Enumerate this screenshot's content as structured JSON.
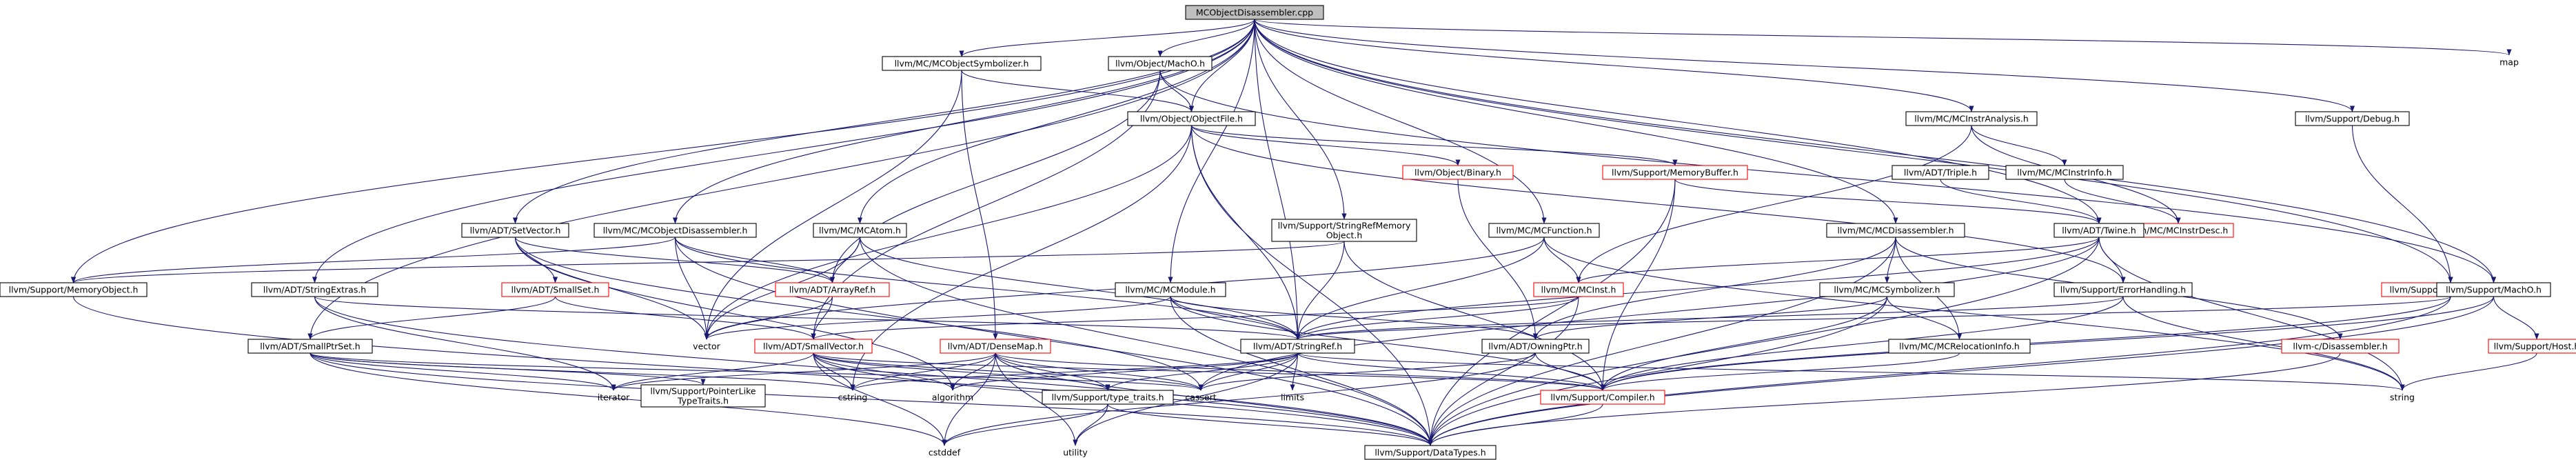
{
  "diagram": {
    "nodes": [
      {
        "id": "root",
        "label": [
          "MCObjectDisassembler.cpp"
        ],
        "style": "root"
      },
      {
        "id": "sym",
        "label": [
          "llvm/MC/MCObjectSymbolizer.h"
        ],
        "style": "black"
      },
      {
        "id": "macho_obj",
        "label": [
          "llvm/Object/MachO.h"
        ],
        "style": "black"
      },
      {
        "id": "objfile",
        "label": [
          "llvm/Object/ObjectFile.h"
        ],
        "style": "black"
      },
      {
        "id": "binary",
        "label": [
          "llvm/Object/Binary.h"
        ],
        "style": "red"
      },
      {
        "id": "membuf",
        "label": [
          "llvm/Support/MemoryBuffer.h"
        ],
        "style": "red"
      },
      {
        "id": "instranal",
        "label": [
          "llvm/MC/MCInstrAnalysis.h"
        ],
        "style": "black"
      },
      {
        "id": "triple",
        "label": [
          "llvm/ADT/Triple.h"
        ],
        "style": "black"
      },
      {
        "id": "instrinfo",
        "label": [
          "llvm/MC/MCInstrInfo.h"
        ],
        "style": "black"
      },
      {
        "id": "instrdesc",
        "label": [
          "llvm/MC/MCInstrDesc.h"
        ],
        "style": "red"
      },
      {
        "id": "debug",
        "label": [
          "llvm/Support/Debug.h"
        ],
        "style": "black"
      },
      {
        "id": "map",
        "label": [
          "map"
        ],
        "style": "plain"
      },
      {
        "id": "setvector",
        "label": [
          "llvm/ADT/SetVector.h"
        ],
        "style": "black"
      },
      {
        "id": "objdis",
        "label": [
          "llvm/MC/MCObjectDisassembler.h"
        ],
        "style": "black"
      },
      {
        "id": "atom",
        "label": [
          "llvm/MC/MCAtom.h"
        ],
        "style": "black"
      },
      {
        "id": "srmo",
        "label": [
          "llvm/Support/StringRefMemory",
          "Object.h"
        ],
        "style": "black"
      },
      {
        "id": "func",
        "label": [
          "llvm/MC/MCFunction.h"
        ],
        "style": "black"
      },
      {
        "id": "disasm",
        "label": [
          "llvm/MC/MCDisassembler.h"
        ],
        "style": "black"
      },
      {
        "id": "twine",
        "label": [
          "llvm/ADT/Twine.h"
        ],
        "style": "black"
      },
      {
        "id": "memobj",
        "label": [
          "llvm/Support/MemoryObject.h"
        ],
        "style": "black"
      },
      {
        "id": "strextras",
        "label": [
          "llvm/ADT/StringExtras.h"
        ],
        "style": "black"
      },
      {
        "id": "smallset",
        "label": [
          "llvm/ADT/SmallSet.h"
        ],
        "style": "red"
      },
      {
        "id": "arrayref",
        "label": [
          "llvm/ADT/ArrayRef.h"
        ],
        "style": "red"
      },
      {
        "id": "mcmodule",
        "label": [
          "llvm/MC/MCModule.h"
        ],
        "style": "black"
      },
      {
        "id": "mcinst",
        "label": [
          "llvm/MC/MCInst.h"
        ],
        "style": "red"
      },
      {
        "id": "mcsymbolizer",
        "label": [
          "llvm/MC/MCSymbolizer.h"
        ],
        "style": "black"
      },
      {
        "id": "errhandling",
        "label": [
          "llvm/Support/ErrorHandling.h"
        ],
        "style": "black"
      },
      {
        "id": "rawostream",
        "label": [
          "llvm/Support/raw_ostream.h"
        ],
        "style": "red"
      },
      {
        "id": "macho_sup",
        "label": [
          "llvm/Support/MachO.h"
        ],
        "style": "black"
      },
      {
        "id": "smallptrset",
        "label": [
          "llvm/ADT/SmallPtrSet.h"
        ],
        "style": "black"
      },
      {
        "id": "vector",
        "label": [
          "vector"
        ],
        "style": "plain"
      },
      {
        "id": "smallvector",
        "label": [
          "llvm/ADT/SmallVector.h"
        ],
        "style": "red"
      },
      {
        "id": "densemap",
        "label": [
          "llvm/ADT/DenseMap.h"
        ],
        "style": "red"
      },
      {
        "id": "stringref",
        "label": [
          "llvm/ADT/StringRef.h"
        ],
        "style": "black"
      },
      {
        "id": "owningptr",
        "label": [
          "llvm/ADT/OwningPtr.h"
        ],
        "style": "black"
      },
      {
        "id": "relocinfo",
        "label": [
          "llvm/MC/MCRelocationInfo.h"
        ],
        "style": "black"
      },
      {
        "id": "cdisasm",
        "label": [
          "llvm-c/Disassembler.h"
        ],
        "style": "red"
      },
      {
        "id": "host",
        "label": [
          "llvm/Support/Host.h"
        ],
        "style": "red"
      },
      {
        "id": "iterator",
        "label": [
          "iterator"
        ],
        "style": "plain"
      },
      {
        "id": "ptrtraits",
        "label": [
          "llvm/Support/PointerLike",
          "TypeTraits.h"
        ],
        "style": "black"
      },
      {
        "id": "cstring",
        "label": [
          "cstring"
        ],
        "style": "plain"
      },
      {
        "id": "algorithm",
        "label": [
          "algorithm"
        ],
        "style": "plain"
      },
      {
        "id": "typetraits",
        "label": [
          "llvm/Support/type_traits.h"
        ],
        "style": "black"
      },
      {
        "id": "cassert",
        "label": [
          "cassert"
        ],
        "style": "plain"
      },
      {
        "id": "limits",
        "label": [
          "limits"
        ],
        "style": "plain"
      },
      {
        "id": "compiler",
        "label": [
          "llvm/Support/Compiler.h"
        ],
        "style": "red"
      },
      {
        "id": "string",
        "label": [
          "string"
        ],
        "style": "plain"
      },
      {
        "id": "cstddef",
        "label": [
          "cstddef"
        ],
        "style": "plain"
      },
      {
        "id": "utility",
        "label": [
          "utility"
        ],
        "style": "plain"
      },
      {
        "id": "datatypes",
        "label": [
          "llvm/Support/DataTypes.h"
        ],
        "style": "black"
      }
    ],
    "edges": [
      [
        "root",
        "sym"
      ],
      [
        "root",
        "macho_obj"
      ],
      [
        "root",
        "objfile"
      ],
      [
        "root",
        "instranal"
      ],
      [
        "root",
        "debug"
      ],
      [
        "root",
        "map"
      ],
      [
        "root",
        "setvector"
      ],
      [
        "root",
        "objdis"
      ],
      [
        "root",
        "atom"
      ],
      [
        "root",
        "srmo"
      ],
      [
        "root",
        "func"
      ],
      [
        "root",
        "disasm"
      ],
      [
        "root",
        "twine"
      ],
      [
        "root",
        "memobj"
      ],
      [
        "root",
        "strextras"
      ],
      [
        "root",
        "mcmodule"
      ],
      [
        "root",
        "rawostream"
      ],
      [
        "root",
        "macho_sup"
      ],
      [
        "root",
        "smallptrset"
      ],
      [
        "root",
        "stringref"
      ],
      [
        "sym",
        "objfile"
      ],
      [
        "sym",
        "densemap"
      ],
      [
        "sym",
        "vector"
      ],
      [
        "macho_obj",
        "objfile"
      ],
      [
        "macho_obj",
        "arrayref"
      ],
      [
        "macho_obj",
        "smallvector"
      ],
      [
        "macho_obj",
        "macho_sup"
      ],
      [
        "objfile",
        "binary"
      ],
      [
        "objfile",
        "membuf"
      ],
      [
        "objfile",
        "stringref"
      ],
      [
        "objfile",
        "datatypes"
      ],
      [
        "objfile",
        "errhandling"
      ],
      [
        "objfile",
        "cstring"
      ],
      [
        "objfile",
        "vector"
      ],
      [
        "binary",
        "owningptr"
      ],
      [
        "membuf",
        "twine"
      ],
      [
        "membuf",
        "compiler"
      ],
      [
        "membuf",
        "datatypes"
      ],
      [
        "instranal",
        "mcinst"
      ],
      [
        "instranal",
        "instrinfo"
      ],
      [
        "instranal",
        "instrdesc"
      ],
      [
        "triple",
        "twine"
      ],
      [
        "instrinfo",
        "instrdesc"
      ],
      [
        "debug",
        "rawostream"
      ],
      [
        "setvector",
        "smallset"
      ],
      [
        "setvector",
        "vector"
      ],
      [
        "setvector",
        "algorithm"
      ],
      [
        "setvector",
        "cassert"
      ],
      [
        "setvector",
        "arrayref"
      ],
      [
        "objdis",
        "vector"
      ],
      [
        "objdis",
        "stringref"
      ],
      [
        "objdis",
        "datatypes"
      ],
      [
        "objdis",
        "arrayref"
      ],
      [
        "objdis",
        "memobj"
      ],
      [
        "atom",
        "arrayref"
      ],
      [
        "atom",
        "vector"
      ],
      [
        "atom",
        "datatypes"
      ],
      [
        "atom",
        "stringref"
      ],
      [
        "srmo",
        "stringref"
      ],
      [
        "srmo",
        "memobj"
      ],
      [
        "srmo",
        "compiler"
      ],
      [
        "func",
        "mcinst"
      ],
      [
        "func",
        "stringref"
      ],
      [
        "func",
        "string"
      ],
      [
        "func",
        "vector"
      ],
      [
        "disasm",
        "mcsymbolizer"
      ],
      [
        "disasm",
        "relocinfo"
      ],
      [
        "disasm",
        "cdisasm"
      ],
      [
        "disasm",
        "datatypes"
      ],
      [
        "disasm",
        "owningptr"
      ],
      [
        "twine",
        "stringref"
      ],
      [
        "twine",
        "errhandling"
      ],
      [
        "twine",
        "cassert"
      ],
      [
        "twine",
        "string"
      ],
      [
        "twine",
        "datatypes"
      ],
      [
        "twine",
        "mcinst"
      ],
      [
        "memobj",
        "datatypes"
      ],
      [
        "strextras",
        "stringref"
      ],
      [
        "strextras",
        "iterator"
      ],
      [
        "strextras",
        "datatypes"
      ],
      [
        "smallset",
        "smallptrset"
      ],
      [
        "smallset",
        "smallvector"
      ],
      [
        "arrayref",
        "smallvector"
      ],
      [
        "arrayref",
        "vector"
      ],
      [
        "mcmodule",
        "stringref"
      ],
      [
        "mcmodule",
        "vector"
      ],
      [
        "mcmodule",
        "compiler"
      ],
      [
        "mcmodule",
        "datatypes"
      ],
      [
        "mcmodule",
        "owningptr"
      ],
      [
        "mcinst",
        "smallvector"
      ],
      [
        "mcinst",
        "stringref"
      ],
      [
        "mcinst",
        "datatypes"
      ],
      [
        "mcsymbolizer",
        "relocinfo"
      ],
      [
        "mcsymbolizer",
        "owningptr"
      ],
      [
        "mcsymbolizer",
        "compiler"
      ],
      [
        "mcsymbolizer",
        "datatypes"
      ],
      [
        "errhandling",
        "stringref"
      ],
      [
        "errhandling",
        "compiler"
      ],
      [
        "errhandling",
        "string"
      ],
      [
        "rawostream",
        "stringref"
      ],
      [
        "rawostream",
        "compiler"
      ],
      [
        "rawostream",
        "datatypes"
      ],
      [
        "macho_sup",
        "host"
      ],
      [
        "macho_sup",
        "compiler"
      ],
      [
        "macho_sup",
        "datatypes"
      ],
      [
        "smallptrset",
        "ptrtraits"
      ],
      [
        "smallptrset",
        "iterator"
      ],
      [
        "smallptrset",
        "cstring"
      ],
      [
        "smallptrset",
        "cassert"
      ],
      [
        "smallptrset",
        "cstddef"
      ],
      [
        "smallptrset",
        "datatypes"
      ],
      [
        "smallvector",
        "typetraits"
      ],
      [
        "smallvector",
        "compiler"
      ],
      [
        "smallvector",
        "algorithm"
      ],
      [
        "smallvector",
        "cassert"
      ],
      [
        "smallvector",
        "cstddef"
      ],
      [
        "smallvector",
        "cstring"
      ],
      [
        "smallvector",
        "iterator"
      ],
      [
        "smallvector",
        "datatypes"
      ],
      [
        "densemap",
        "typetraits"
      ],
      [
        "densemap",
        "compiler"
      ],
      [
        "densemap",
        "algorithm"
      ],
      [
        "densemap",
        "cassert"
      ],
      [
        "densemap",
        "cstddef"
      ],
      [
        "densemap",
        "iterator"
      ],
      [
        "densemap",
        "utility"
      ],
      [
        "densemap",
        "datatypes"
      ],
      [
        "densemap",
        "cstring"
      ],
      [
        "stringref",
        "typetraits"
      ],
      [
        "stringref",
        "algorithm"
      ],
      [
        "stringref",
        "cassert"
      ],
      [
        "stringref",
        "cstring"
      ],
      [
        "stringref",
        "limits"
      ],
      [
        "stringref",
        "string"
      ],
      [
        "stringref",
        "utility"
      ],
      [
        "stringref",
        "compiler"
      ],
      [
        "owningptr",
        "compiler"
      ],
      [
        "owningptr",
        "cassert"
      ],
      [
        "owningptr",
        "cstddef"
      ],
      [
        "relocinfo",
        "compiler"
      ],
      [
        "cdisasm",
        "datatypes"
      ],
      [
        "host",
        "string"
      ],
      [
        "typetraits",
        "cstddef"
      ],
      [
        "typetraits",
        "utility"
      ],
      [
        "typetraits",
        "datatypes"
      ],
      [
        "compiler",
        "datatypes"
      ]
    ]
  }
}
